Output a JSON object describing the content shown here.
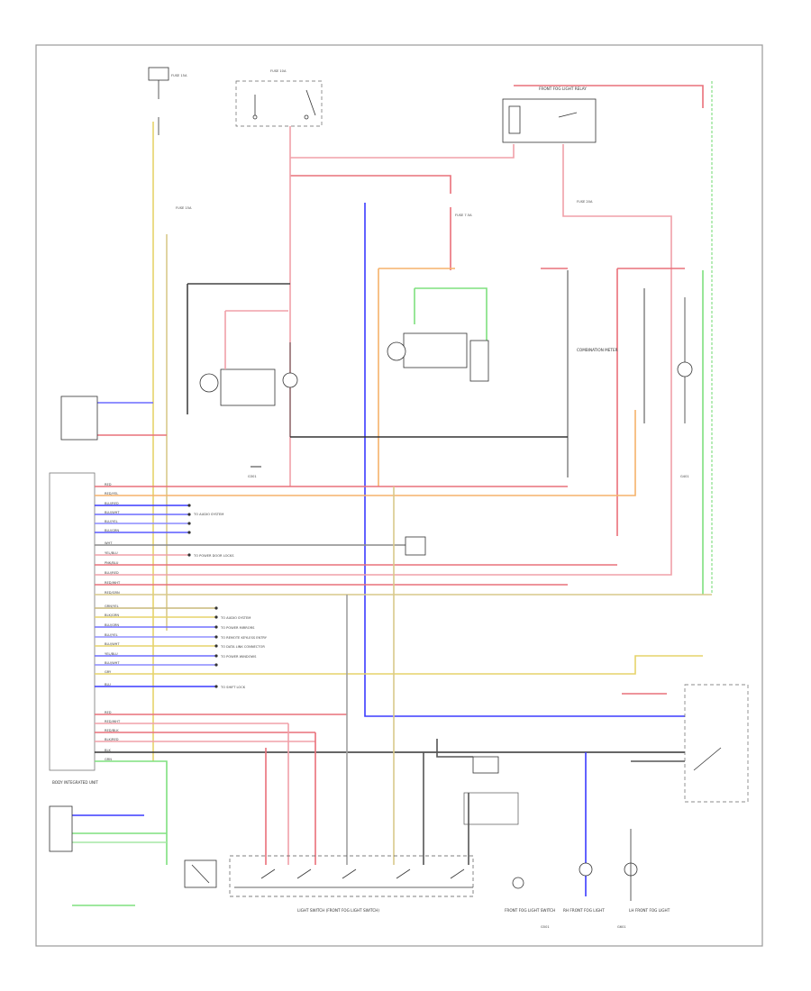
{
  "colors": {
    "red": "#e9707a",
    "pink": "#f0a0a8",
    "blue": "#3b3bff",
    "yellow": "#e6d36a",
    "green": "#7fe07f",
    "orange": "#f5b26b",
    "black": "#222222",
    "gray": "#8a8a8a",
    "tan": "#d9c98a"
  },
  "labels": {
    "bottom_caption": "LIGHT SWITCH (FRONT FOG LIGHT SWITCH)",
    "combination_meter_label": "COMBINATION METER",
    "front_fog_light_relay": "FRONT FOG LIGHT RELAY",
    "front_fog_light_switch": "FRONT FOG LIGHT SWITCH",
    "lh_front_fog_light": "LH FRONT FOG LIGHT",
    "rh_front_fog_light": "RH FRONT FOG LIGHT",
    "left_block_title": "BODY INTEGRATED UNIT",
    "row_labels": [
      "RED",
      "RED/YEL",
      "BLU/RED",
      "BLU/WHT",
      "BLU/YEL",
      "BLU/GRN",
      "WHT",
      "YEL/BLU",
      "PNK/BLU",
      "BLU/RED",
      "RED/WHT",
      "RED/GRN",
      "GRN/YEL",
      "BLK/GRN",
      "BLU/GRN",
      "BLU/YEL",
      "BLU/WHT",
      "YEL/BLU",
      "BLU/WHT",
      "GRY",
      "BLU",
      "RED",
      "RED/WHT",
      "RED/BLK",
      "BLK/RED",
      "BLK",
      "GRN"
    ],
    "row_notes": [
      "TO AUDIO SYSTEM",
      "TO POWER DOOR LOCKS",
      "TO AUDIO SYSTEM",
      "TO POWER MIRRORS",
      "TO REMOTE KEYLESS ENTRY",
      "TO DATA LINK CONNECTOR",
      "TO POWER WINDOWS",
      "TO SHIFT LOCK"
    ],
    "fuse_labels": [
      "FUSE 15A",
      "FUSE 10A",
      "FUSE 20A",
      "FUSE 7.5A",
      "FUSE 15A"
    ],
    "ground_labels": [
      "G301",
      "G401",
      "G501",
      "G601"
    ]
  }
}
